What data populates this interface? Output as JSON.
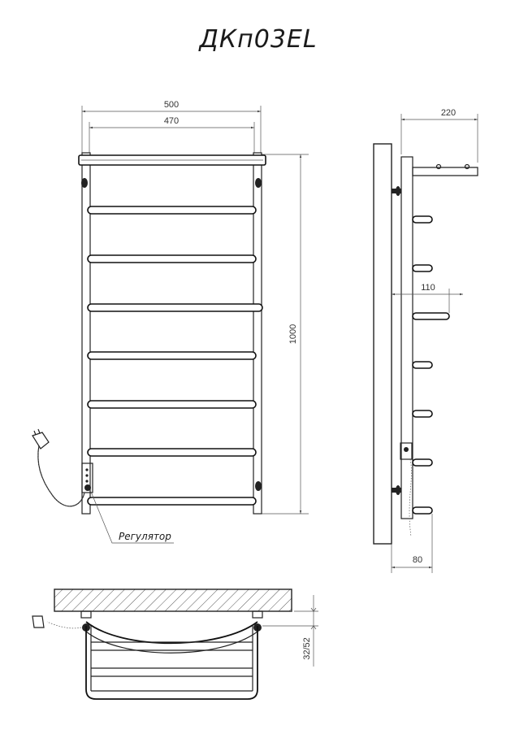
{
  "title": "ДКп03EL",
  "dimensions": {
    "outer_width": "500",
    "inner_width": "470",
    "height": "1000",
    "depth_total": "220",
    "depth_mid": "110",
    "depth_wall": "80",
    "depth_top_view": "32/52"
  },
  "labels": {
    "regulator": "Регулятор"
  },
  "colors": {
    "line": "#222222",
    "dimension": "#555555",
    "hatch": "#444444"
  }
}
